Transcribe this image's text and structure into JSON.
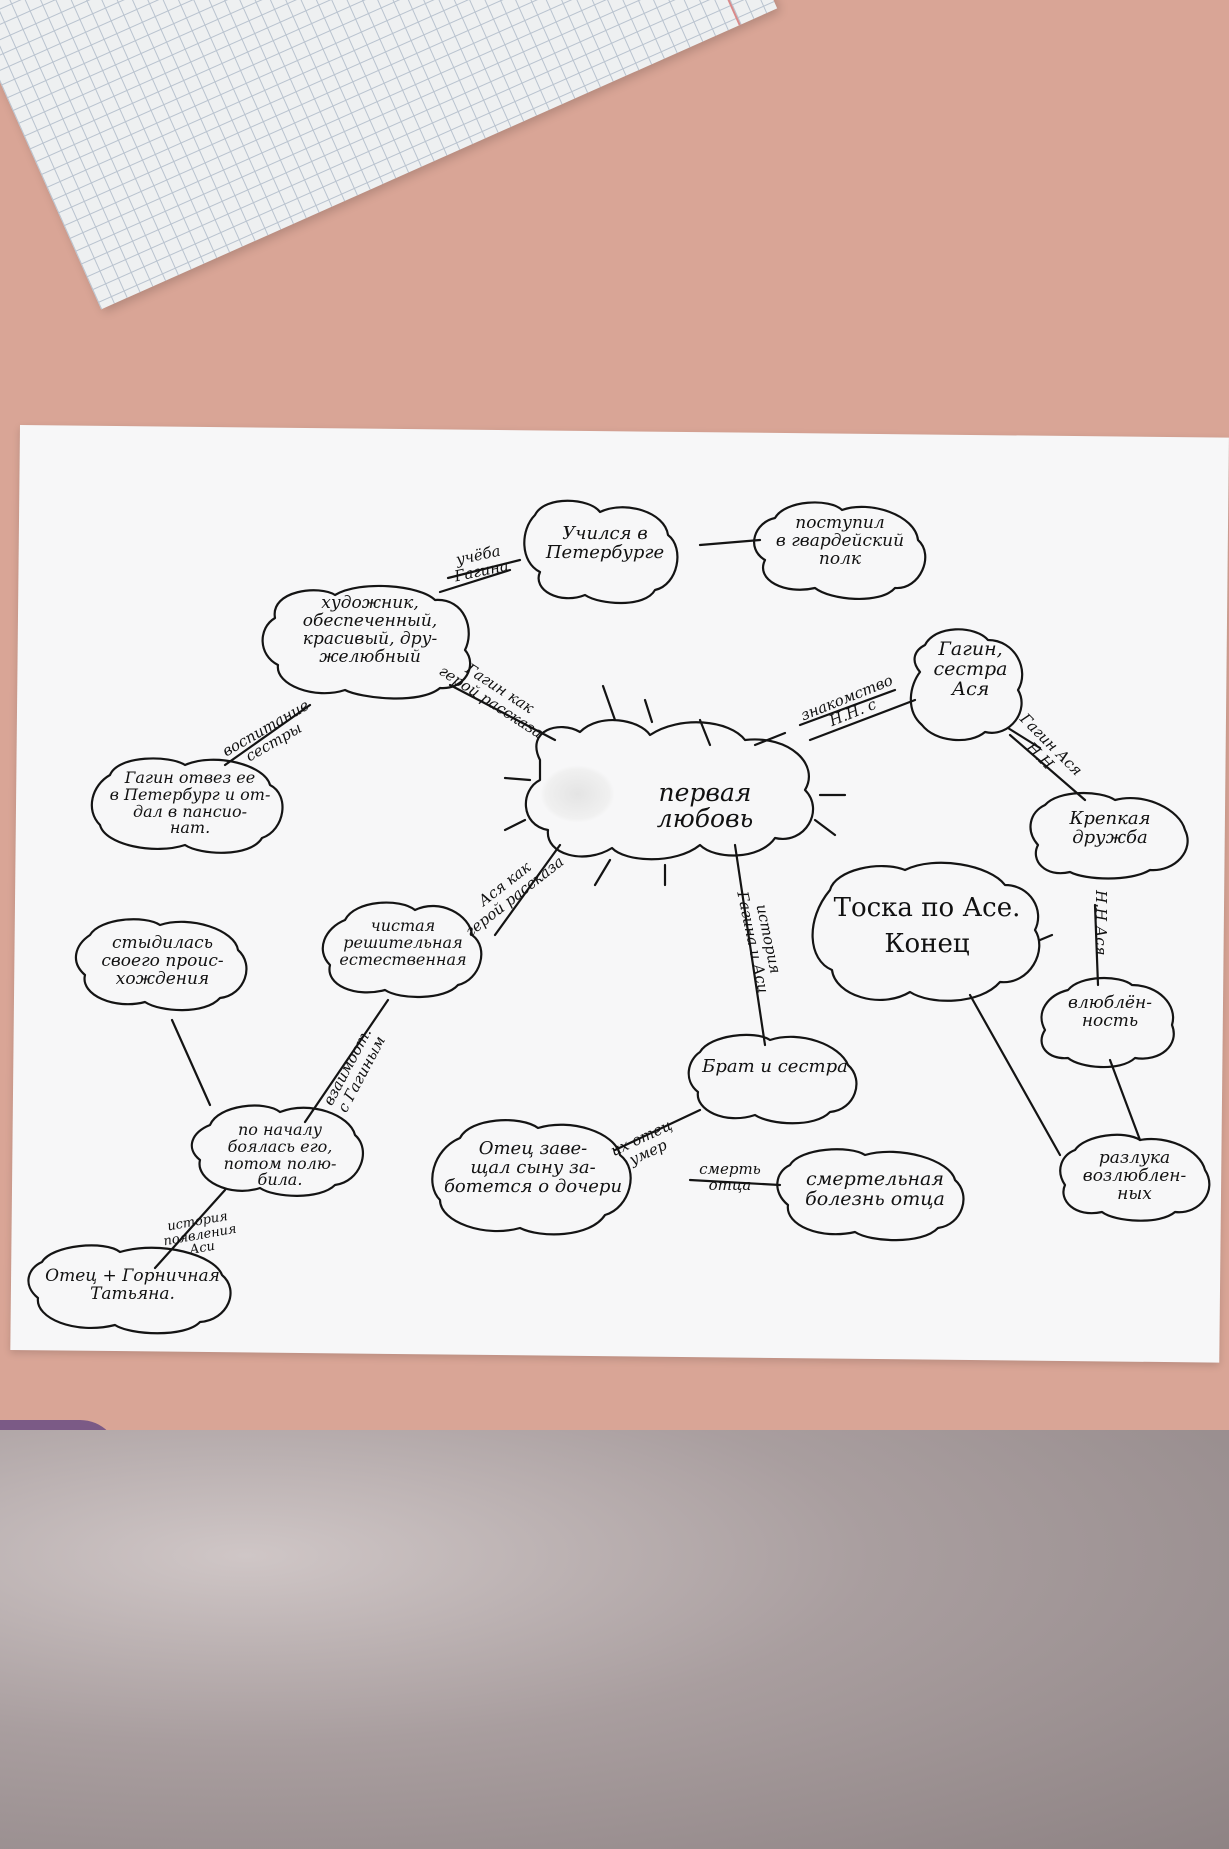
{
  "center": "первая любовь",
  "nodes": {
    "study": "Учился в\nПетербурге",
    "regiment": "поступил\nв гвардейский\nполк",
    "artist": "художник,\nобеспеченный,\nкрасивый, дру-\nжелюбный",
    "gagin_sister": "Гагин,\nсестра\nАся",
    "took_her": "Гагин отвез ее\nв Петербург и от-\nдал в пансио-\nнат.",
    "friendship": "Крепкая\nдружба",
    "longing": "Тоска по Асе.\nКонец",
    "ashamed": "стыдилась\nсвоего проис-\nхождения",
    "clean": "чистая\nрешительная\nестественная",
    "inlove": "влюблён-\nность",
    "brother_sister": "Брат и сестра",
    "feared": "по началу\nбоялась его,\nпотом полю-\nбила.",
    "father_asked": "Отец заве-\nщал сыну за-\nботется о дочери",
    "father_illness": "смертельная\nболезнь отца",
    "separation": "разлука\nвозлюблен-\nных",
    "father_maid": "Отец + Горничная\nТатьяна."
  },
  "edges": {
    "study_gagin": "учёба\nГагина",
    "gagin_hero": "Гагин как\nгерой рассказа",
    "upbringing": "воспитание\nсестры",
    "acquaintance": "знакомство\nН.Н. с",
    "gagin_asya": "Гагин Ася\nН.Н",
    "asya_hero": "Ася как\nгерой рассказа",
    "history": "история\nГагина и Аси",
    "nn_asya": "Н.Н  Ася",
    "relations": "взаимоот.\nс Гагиным",
    "father_died": "их отец\nумер",
    "father_death": "смерть\nотца",
    "asya_history": "история\nпоявления\nАси"
  }
}
